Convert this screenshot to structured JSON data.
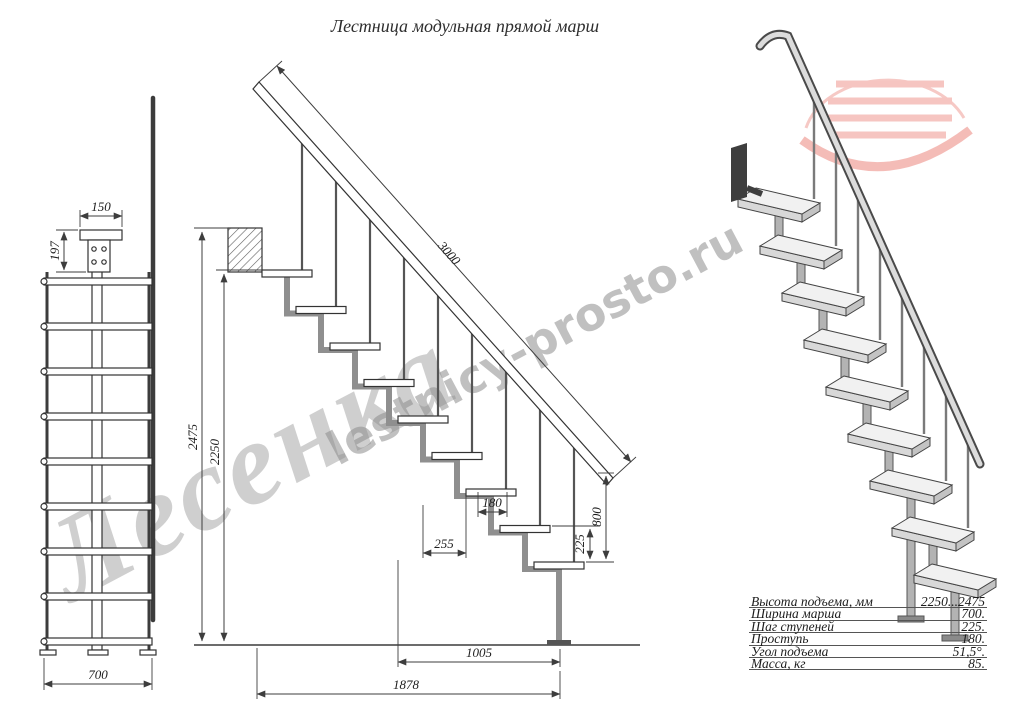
{
  "title": "Лестница модульная прямой марш",
  "watermarks": {
    "brand": "Лесенка",
    "site": "lestnicy-prosto.ru"
  },
  "dims": {
    "front_top_width": "150",
    "front_bracket_height": "197",
    "front_width": "700",
    "rail_length": "3000",
    "height_total": "2475",
    "height_floor": "2250",
    "tread_depth": "180",
    "module_length": "255",
    "rail_height": "800",
    "step_rise": "225",
    "base_span": "1005",
    "total_span": "1878"
  },
  "specs": [
    {
      "label": "Высота подъема, мм",
      "value": "2250...2475"
    },
    {
      "label": "Ширина марша",
      "value": "700."
    },
    {
      "label": "Шаг ступеней",
      "value": "225."
    },
    {
      "label": "Проступь",
      "value": "180."
    },
    {
      "label": "Угол подъема",
      "value": "51,5°."
    },
    {
      "label": "Масса, кг",
      "value": "85."
    }
  ],
  "colors": {
    "line": "#3c3c3c",
    "watermark": "#a8a8a8",
    "logo": "#ef938b"
  }
}
